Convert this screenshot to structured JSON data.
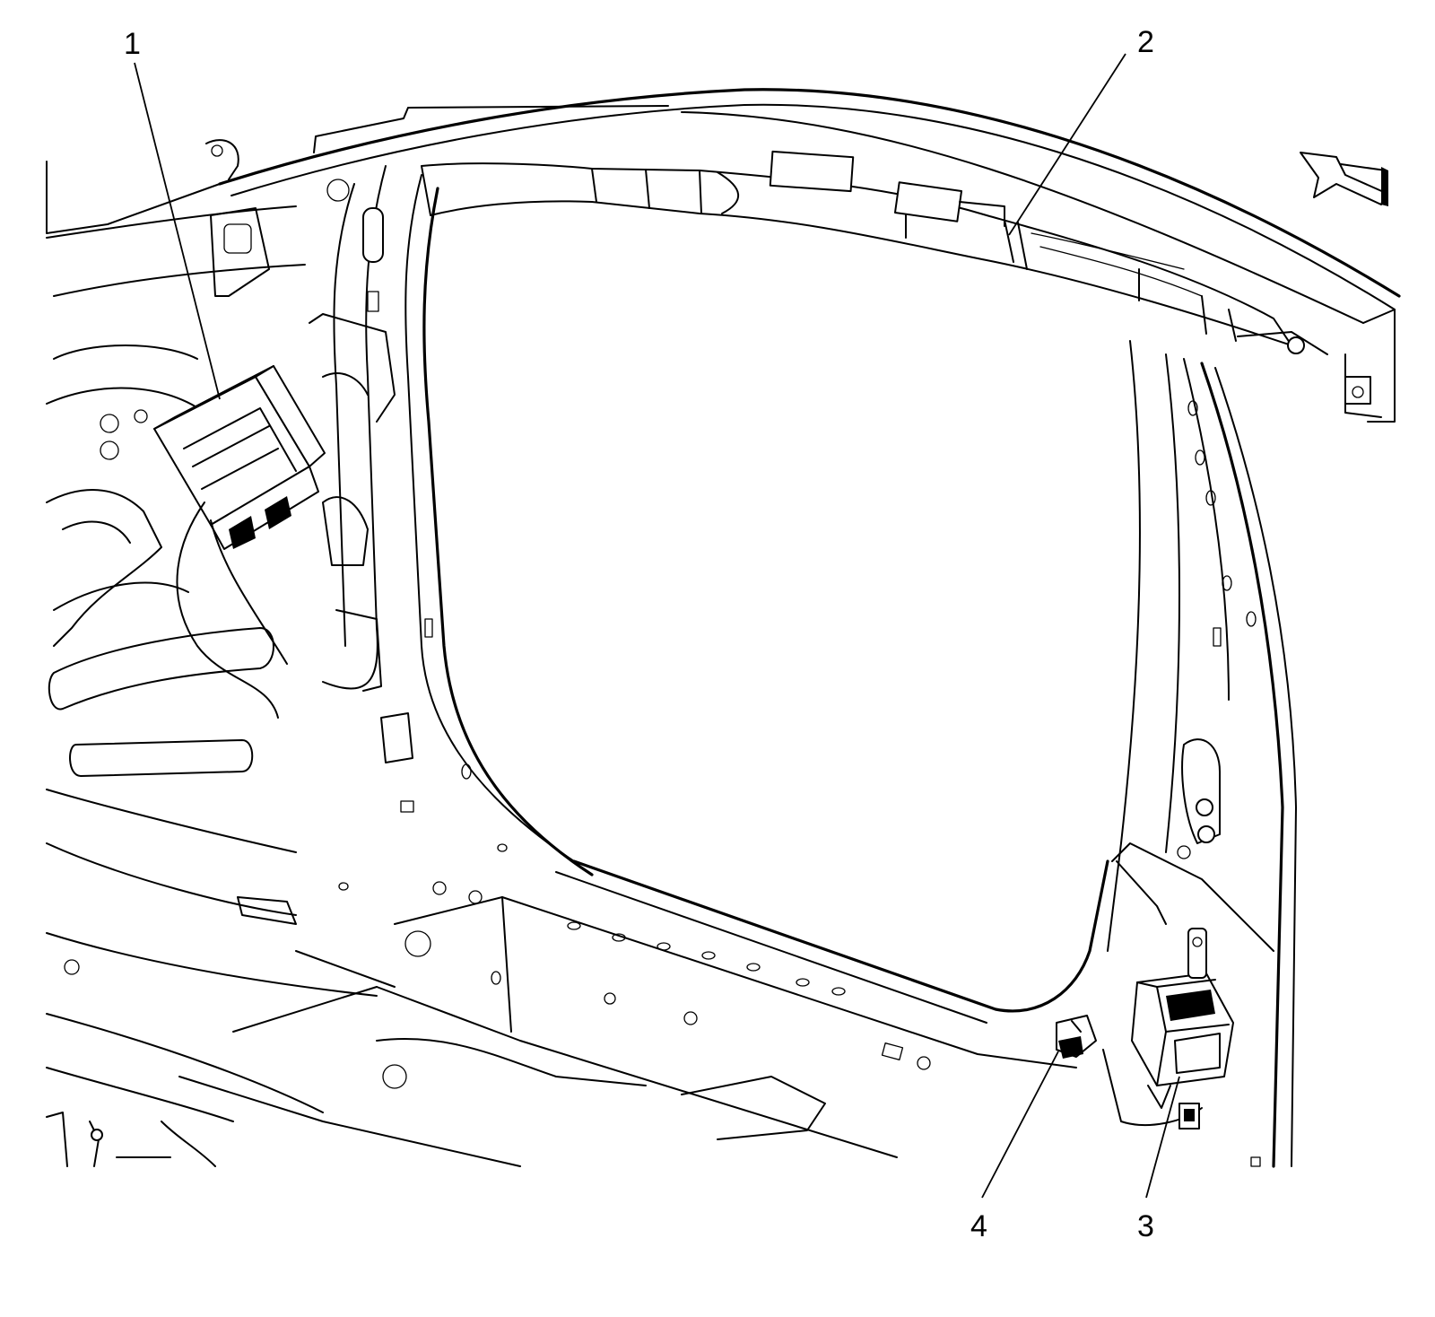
{
  "figure": {
    "callouts": [
      {
        "id": "callout-1",
        "label": "1"
      },
      {
        "id": "callout-2",
        "label": "2"
      },
      {
        "id": "callout-3",
        "label": "3"
      },
      {
        "id": "callout-4",
        "label": "4"
      }
    ],
    "arrow_icon": "direction-arrow-icon",
    "colors": {
      "line": "#000000",
      "background": "#ffffff"
    }
  }
}
